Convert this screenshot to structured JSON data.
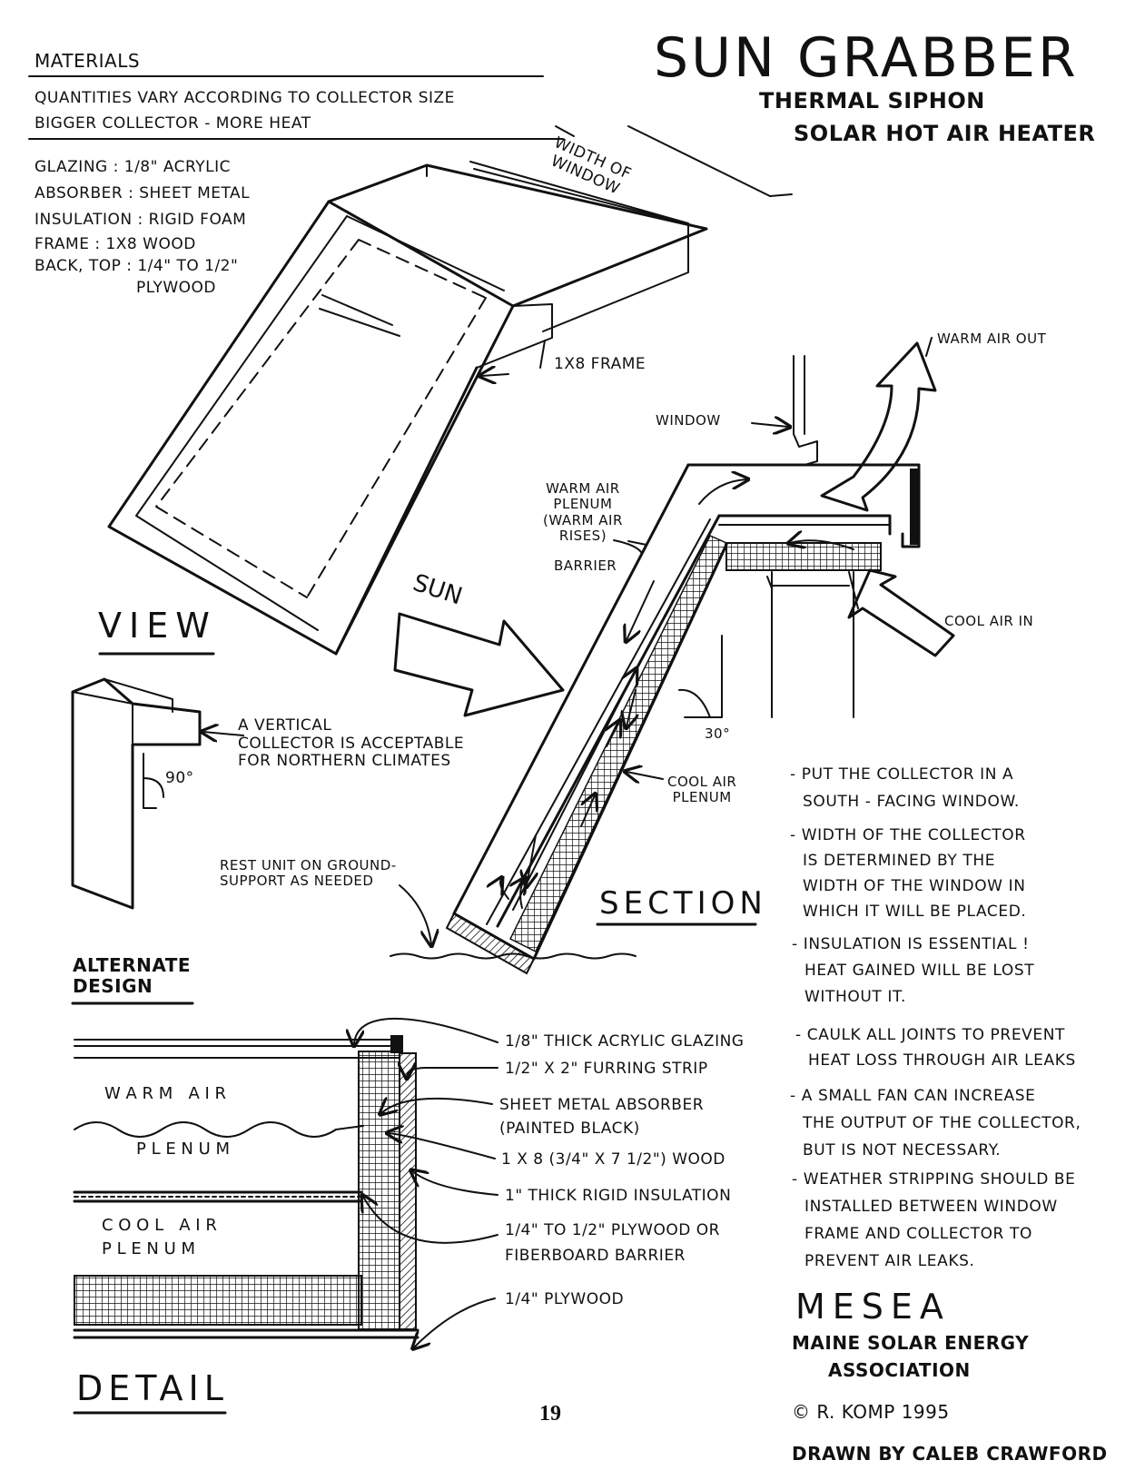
{
  "title": "SUN GRABBER",
  "subtitle": [
    "THERMAL SIPHON",
    "SOLAR HOT AIR HEATER"
  ],
  "materials": {
    "heading": "MATERIALS",
    "intro": [
      "QUANTITIES VARY ACCORDING TO COLLECTOR SIZE",
      "BIGGER COLLECTOR - MORE HEAT"
    ],
    "items": [
      "GLAZING : 1/8\" ACRYLIC",
      "ABSORBER : SHEET METAL",
      "INSULATION : RIGID FOAM",
      "FRAME : 1X8 WOOD",
      "BACK, TOP : 1/4\" to 1/2\"",
      "PLYWOOD"
    ]
  },
  "view": {
    "label": "VIEW",
    "width_label": [
      "WIDTH OF",
      "WINDOW"
    ],
    "frame_label": "1X8 FRAME"
  },
  "alternate": {
    "label": [
      "ALTERNATE",
      "DESIGN"
    ],
    "note": [
      "A VERTICAL",
      "COLLECTOR IS ACCEPTABLE",
      "FOR NORTHERN CLIMATES"
    ],
    "angle": "90°"
  },
  "section": {
    "label": "SECTION",
    "sun": "SUN",
    "window": "WINDOW",
    "warm_air_out": "WARM AIR OUT",
    "cool_air_in": "COOL AIR IN",
    "warm_plenum": [
      "WARM AIR",
      "PLENUM",
      "(WARM AIR",
      "RISES)"
    ],
    "barrier": "BARRIER",
    "cool_plenum": [
      "COOL AIR",
      "PLENUM"
    ],
    "angle": "30°",
    "rest_note": [
      "REST UNIT ON GROUND-",
      "SUPPORT AS NEEDED"
    ]
  },
  "notes": [
    [
      "- PUT THE COLLECTOR IN A",
      "SOUTH - FACING WINDOW."
    ],
    [
      "- WIDTH OF THE COLLECTOR",
      "IS DETERMINED BY THE",
      "WIDTH OF THE WINDOW IN",
      "WHICH IT WILL BE PLACED."
    ],
    [
      "- INSULATION IS ESSENTIAL !",
      "HEAT GAINED WILL BE LOST",
      "WITHOUT IT."
    ],
    [
      "- CAULK ALL JOINTS TO PREVENT",
      "HEAT LOSS THROUGH AIR LEAKS"
    ],
    [
      "- A SMALL FAN CAN INCREASE",
      "THE OUTPUT OF THE COLLECTOR,",
      "BUT IS NOT NECESSARY."
    ],
    [
      "- WEATHER STRIPPING SHOULD BE",
      "INSTALLED BETWEEN WINDOW",
      "FRAME AND COLLECTOR TO",
      "PREVENT AIR LEAKS."
    ]
  ],
  "detail": {
    "label": "DETAIL",
    "warm": [
      "W A R M   A I R",
      "P L E N U M"
    ],
    "cool": [
      "C O O L   A I R",
      "P L E N U M"
    ],
    "callouts": [
      "1/8\" THICK ACRYLIC GLAZING",
      "1/2\" x 2\" FURRING STRIP",
      "SHEET METAL ABSORBER",
      "(PAINTED BLACK)",
      "1 x 8 (3/4\" x 7 1/2\") WOOD",
      "1\" THICK RIGID INSULATION",
      "1/4\" to 1/2\" PLYWOOD OR",
      "FIBERBOARD BARRIER",
      "1/4\" PLYWOOD"
    ]
  },
  "credits": [
    "MESEA",
    "MAINE SOLAR ENERGY",
    "ASSOCIATION",
    "© R. KOMP 1995",
    "DRAWN BY CALEB CRAWFORD"
  ],
  "page_number": "19"
}
